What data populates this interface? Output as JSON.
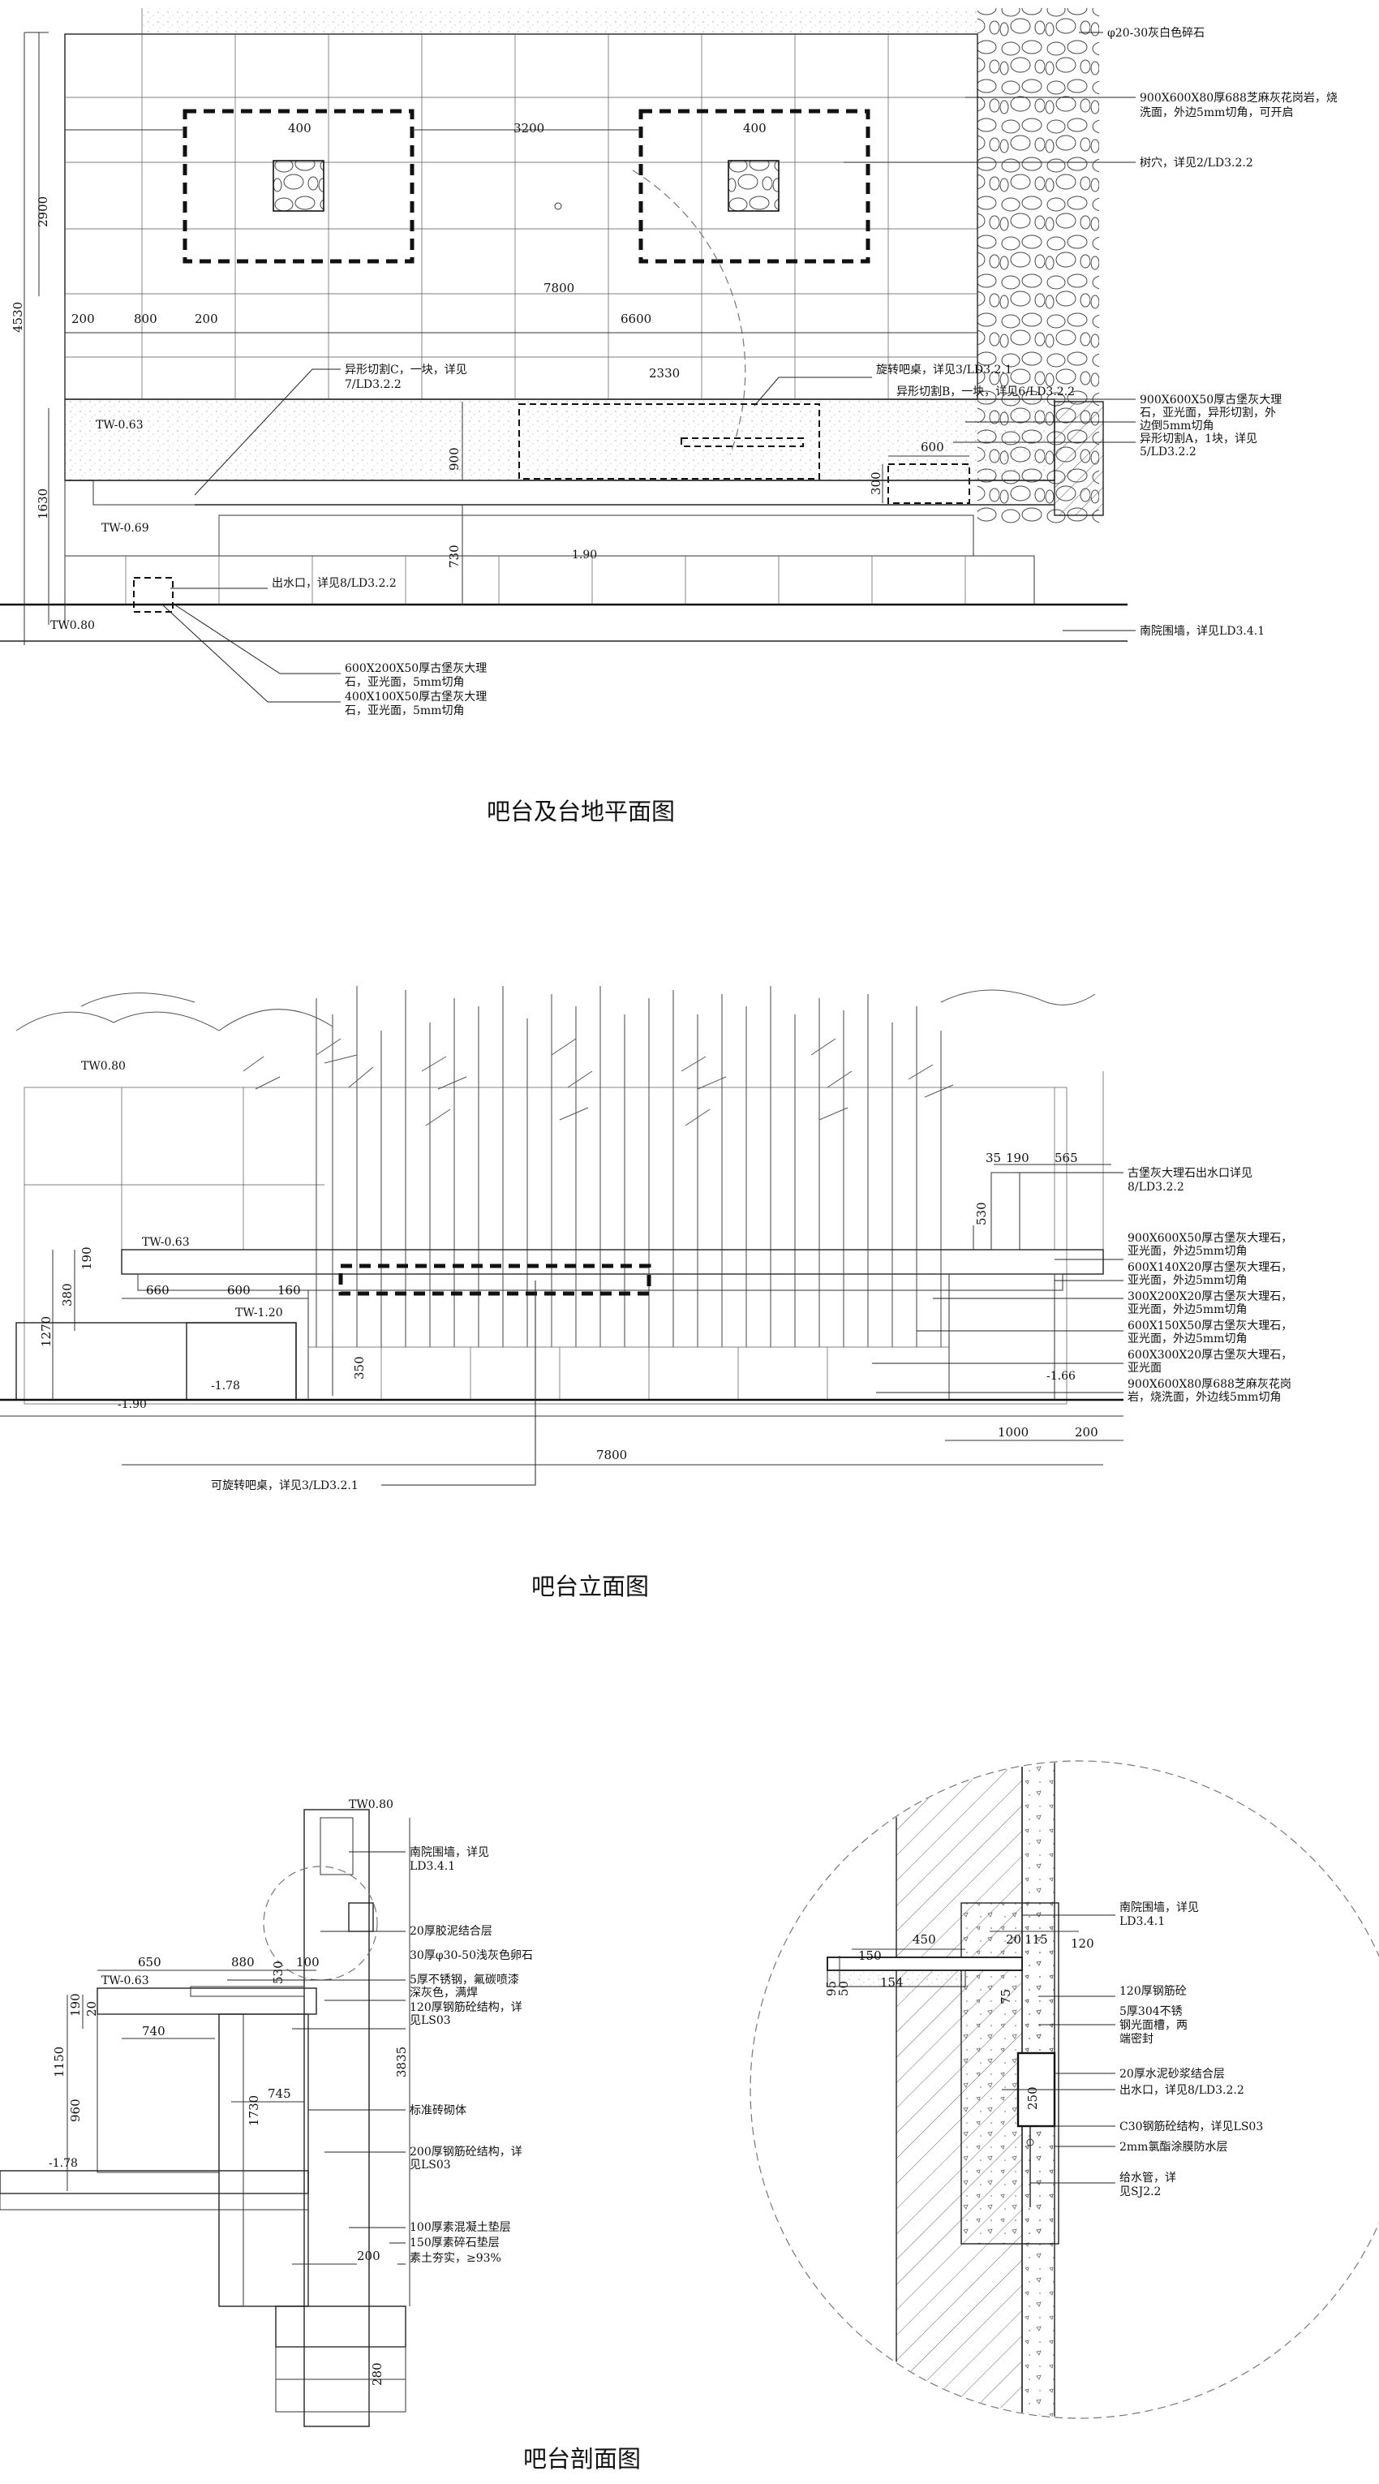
{
  "drawings": {
    "plan": {
      "title": "吧台及台地平面图",
      "dims": [
        "400",
        "3200",
        "400",
        "2900",
        "4530",
        "7800",
        "200",
        "800",
        "200",
        "6600",
        "2330",
        "600",
        "300",
        "900",
        "1630",
        "730"
      ],
      "levels": [
        "TW-0.63",
        "TW-0.69",
        "TW0.80",
        "1.90"
      ],
      "notes": [
        "φ20-30灰白色碎石",
        "900X600X80厚688芝麻灰花岗岩，烧",
        "洗面，外边5mm切角，可开启",
        "树穴，详见2/LD3.2.2",
        "异形切割C，一块，详见",
        "7/LD3.2.2",
        "旋转吧桌，详见3/LD3.2.1",
        "异形切割B，一块，详见6/LD3.2.2",
        "900X600X50厚古堡灰大理",
        "石，亚光面，异形切割，外",
        "边倒5mm切角",
        "异形切割A，1块，详见",
        "5/LD3.2.2",
        "出水口，详见8/LD3.2.2",
        "南院围墙，详见LD3.4.1",
        "600X200X50厚古堡灰大理",
        "石，亚光面，5mm切角",
        "400X100X50厚古堡灰大理",
        "石，亚光面，5mm切角"
      ]
    },
    "elevation": {
      "title": "吧台立面图",
      "dims": [
        "35",
        "190",
        "565",
        "530",
        "190",
        "380",
        "1270",
        "660",
        "600",
        "160",
        "350",
        "7800",
        "1000",
        "200"
      ],
      "levels": [
        "TW0.80",
        "TW-0.63",
        "TW-1.20",
        "-1.78",
        "-1.90",
        "-1.66"
      ],
      "notes": [
        "古堡灰大理石出水口详见",
        "8/LD3.2.2",
        "900X600X50厚古堡灰大理石，",
        "亚光面，外边5mm切角",
        "600X140X20厚古堡灰大理石，",
        "亚光面，外边5mm切角",
        "300X200X20厚古堡灰大理石，",
        "亚光面，外边5mm切角",
        "600X150X50厚古堡灰大理石，",
        "亚光面，外边5mm切角",
        "600X300X20厚古堡灰大理石，",
        "亚光面",
        "900X600X80厚688芝麻灰花岗",
        "岩，烧洗面，外边线5mm切角",
        "可旋转吧桌，详见3/LD3.2.1"
      ]
    },
    "section": {
      "title": "吧台剖面图",
      "dims": [
        "650",
        "880",
        "530",
        "100",
        "190",
        "20",
        "740",
        "1150",
        "960",
        "745",
        "1730",
        "3835",
        "200",
        "280"
      ],
      "levels": [
        "TW0.80",
        "TW-0.63",
        "-1.78"
      ],
      "notes": [
        "南院围墙，详见",
        "LD3.4.1",
        "20厚胶泥结合层",
        "30厚φ30-50浅灰色卵石",
        "5厚不锈钢，氟碳喷漆",
        "深灰色，满焊",
        "120厚钢筋砼结构，详",
        "见LS03",
        "标准砖砌体",
        "200厚钢筋砼结构，详",
        "见LS03",
        "100厚素混凝土垫层",
        "150厚素碎石垫层",
        "素土夯实，≥93%"
      ],
      "detail": {
        "dims": [
          "450",
          "20",
          "115",
          "120",
          "150",
          "154",
          "95",
          "50",
          "75",
          "250"
        ],
        "notes": [
          "南院围墙，详见",
          "LD3.4.1",
          "120厚钢筋砼",
          "5厚304不锈",
          "钢光面槽，两",
          "端密封",
          "20厚水泥砂浆结合层",
          "出水口，详见8/LD3.2.2",
          "C30钢筋砼结构，详见LS03",
          "2mm氯酯涂膜防水层",
          "给水管，详",
          "见SJ2.2"
        ]
      }
    }
  }
}
